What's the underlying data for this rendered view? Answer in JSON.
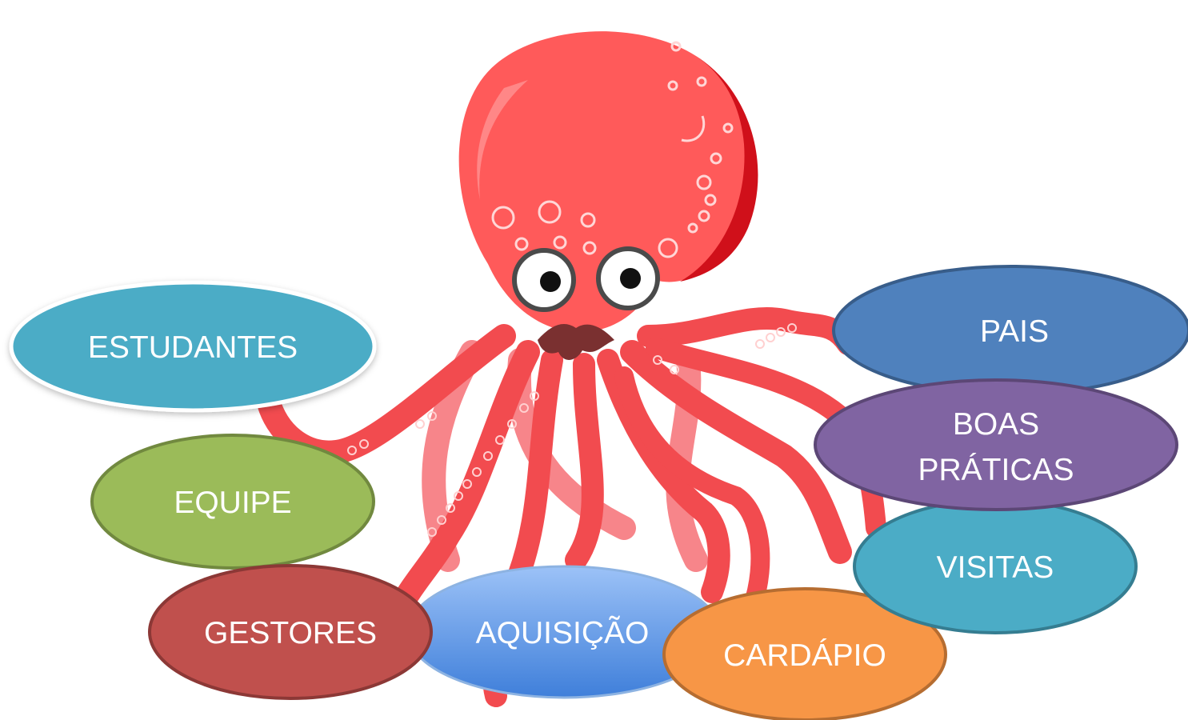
{
  "diagram": {
    "center": {
      "icon": "octopus-icon"
    },
    "nodes": [
      {
        "id": "estudantes",
        "label": "ESTUDANTES",
        "fill": "#4BACC6",
        "stroke": "#FFFFFF"
      },
      {
        "id": "equipe",
        "label": "EQUIPE",
        "fill": "#9BBB59",
        "stroke": "#71893F"
      },
      {
        "id": "gestores",
        "label": "GESTORES",
        "fill": "#C0504D",
        "stroke": "#8C3836"
      },
      {
        "id": "aquisicao",
        "label": "AQUISIÇÃO",
        "fill": "#5E97EA",
        "stroke": "#8DB3E2"
      },
      {
        "id": "cardapio",
        "label": "CARDÁPIO",
        "fill": "#F79646",
        "stroke": "#B66D31"
      },
      {
        "id": "pais",
        "label": "PAIS",
        "fill": "#4F81BD",
        "stroke": "#385D8A"
      },
      {
        "id": "boas-praticas",
        "label_line1": "BOAS",
        "label_line2": "PRÁTICAS",
        "fill": "#8064A2",
        "stroke": "#5C4776"
      },
      {
        "id": "visitas",
        "label": "VISITAS",
        "fill": "#4BACC6",
        "stroke": "#357D91"
      }
    ]
  }
}
